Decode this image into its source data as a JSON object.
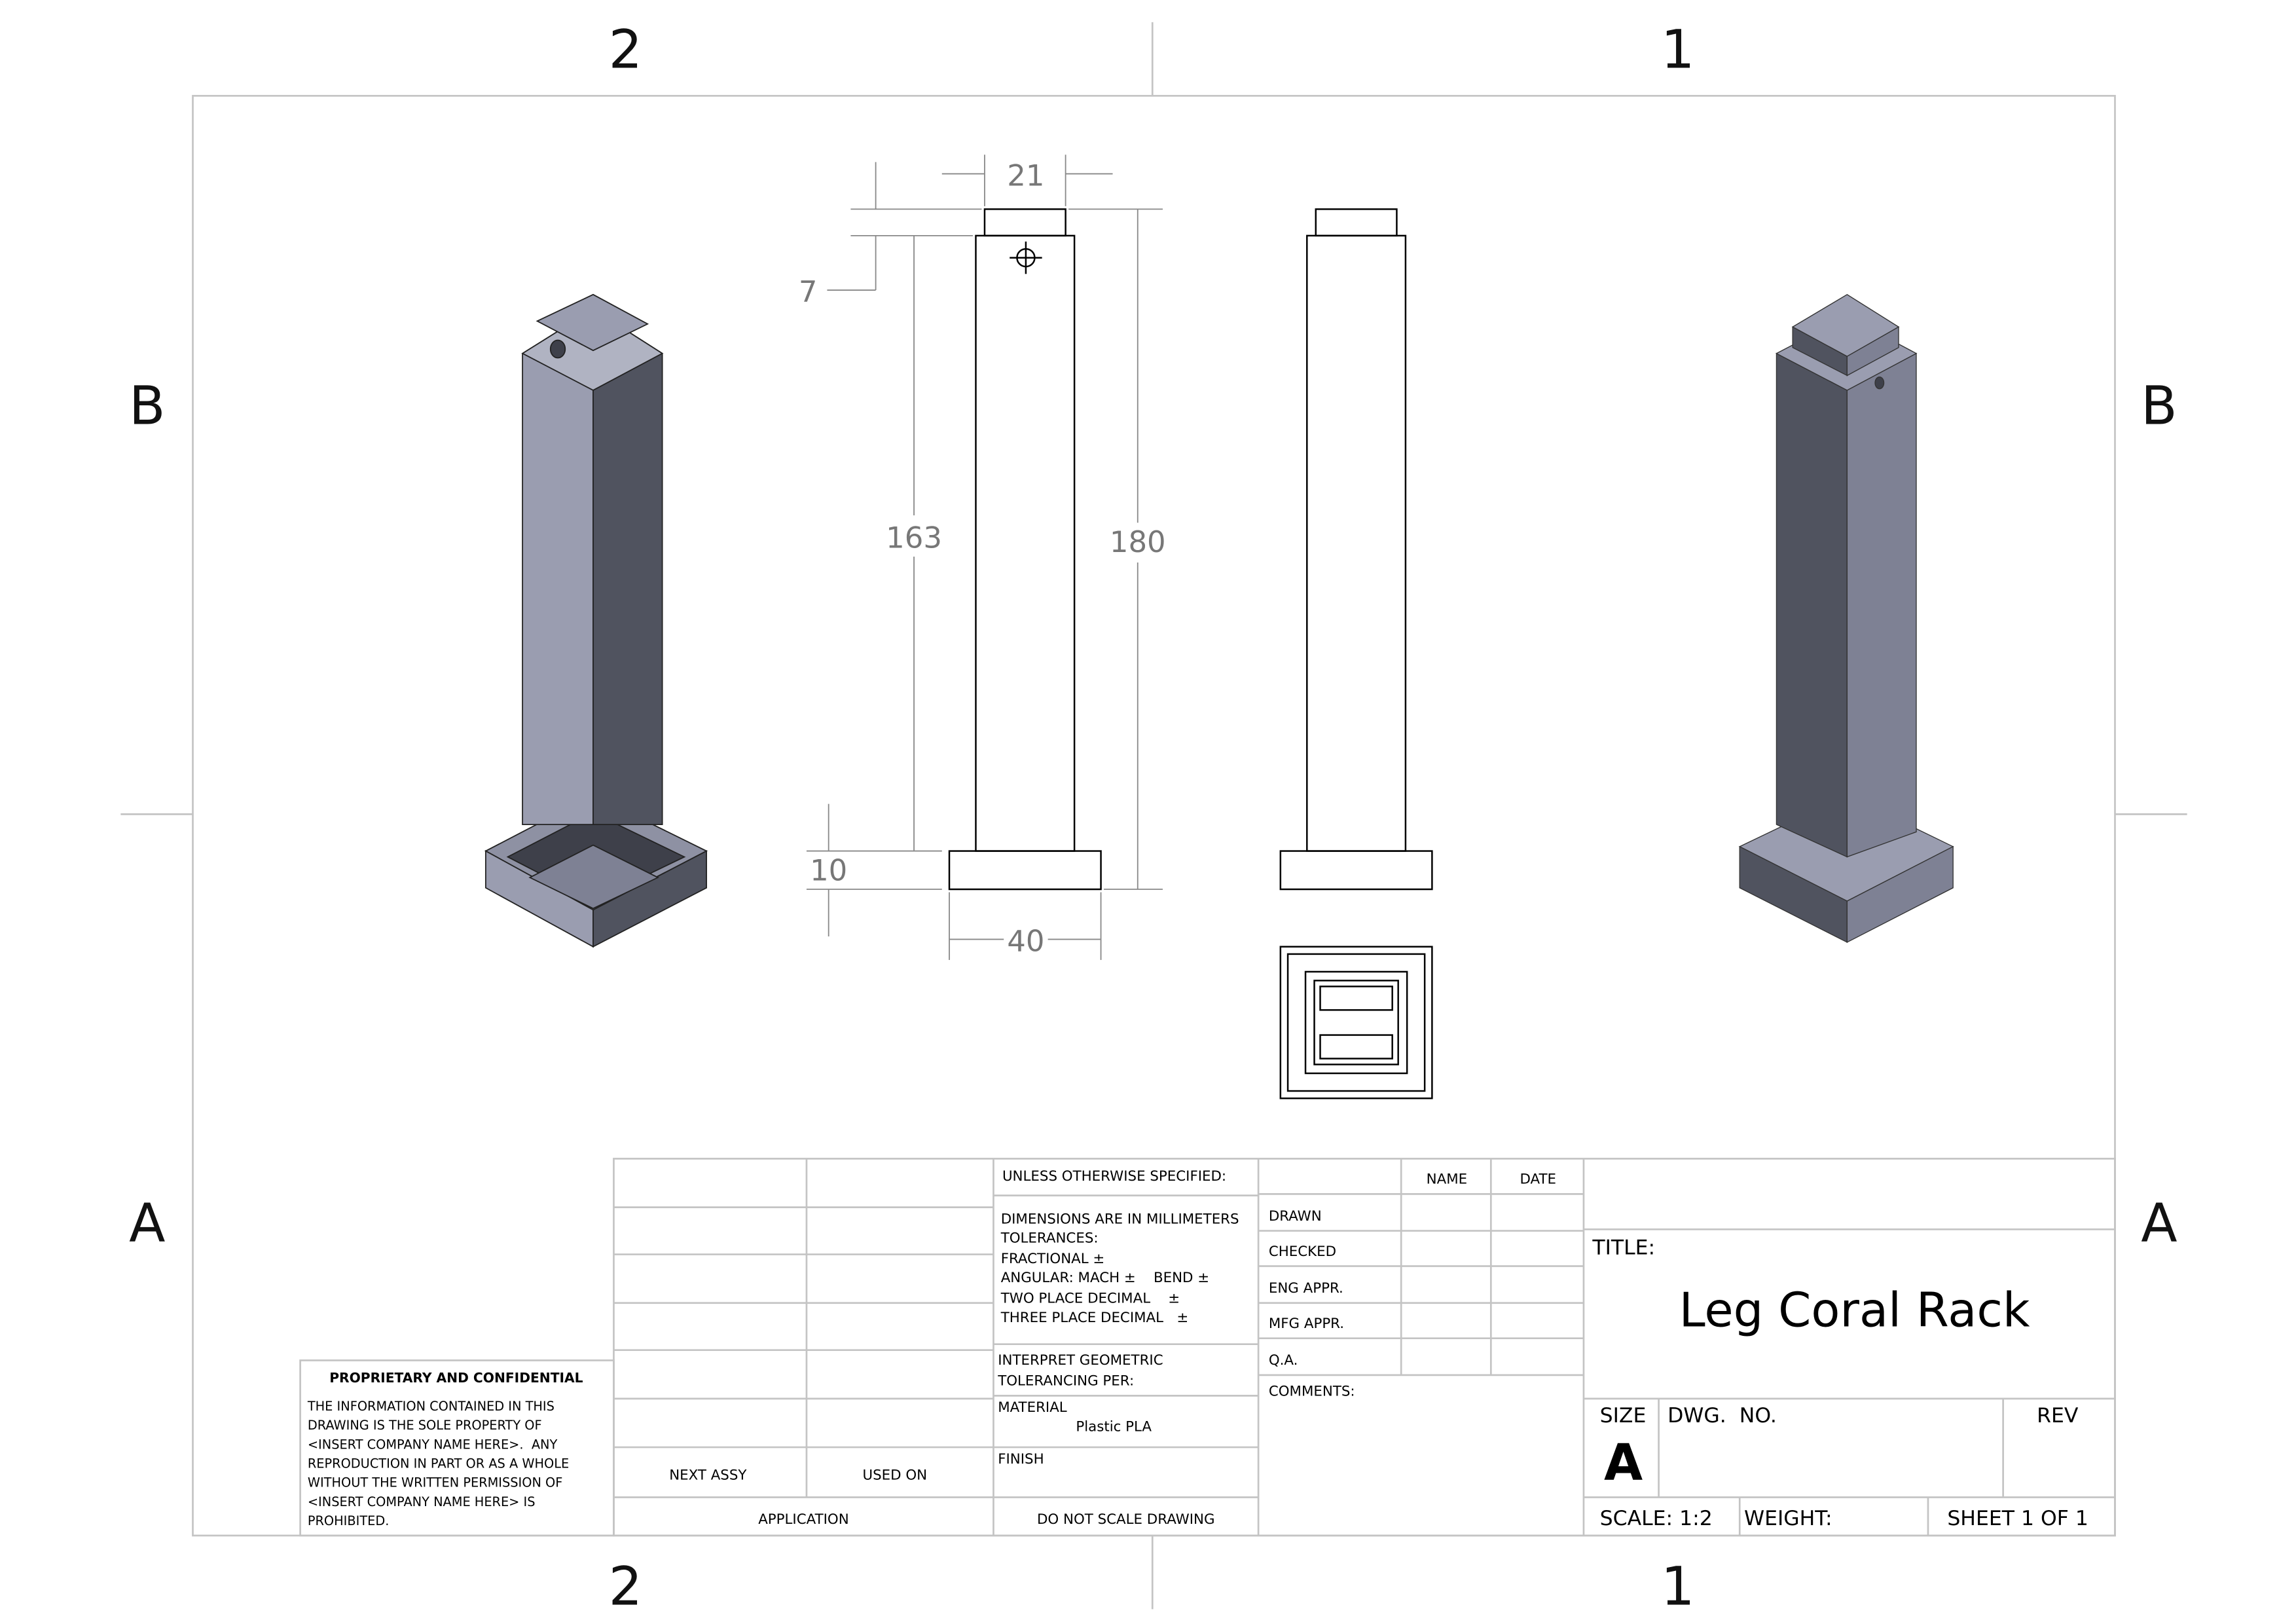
{
  "zones": {
    "top": [
      "2",
      "1"
    ],
    "bottom": [
      "2",
      "1"
    ],
    "left": [
      "B",
      "A"
    ],
    "right": [
      "B",
      "A"
    ]
  },
  "dimensions": {
    "top_width": "21",
    "cap_height": "7",
    "shaft_height": "163",
    "overall_height": "180",
    "base_height": "10",
    "base_width": "40"
  },
  "colors": {
    "face_light": "#9a9db0",
    "face_dark": "#50535f",
    "face_mid": "#7e8194",
    "border": "#c4c4c4"
  },
  "title_block": {
    "unless": "UNLESS OTHERWISE SPECIFIED:",
    "tolerances": [
      "DIMENSIONS ARE IN MILLIMETERS",
      "TOLERANCES:",
      "FRACTIONAL ±",
      "ANGULAR: MACH ±    BEND ±",
      "TWO PLACE DECIMAL    ±",
      "THREE PLACE DECIMAL   ±"
    ],
    "interpret": [
      "INTERPRET GEOMETRIC",
      "TOLERANCING PER:"
    ],
    "material_label": "MATERIAL",
    "material": "Plastic PLA",
    "finish_label": "FINISH",
    "next_assy": "NEXT ASSY",
    "used_on": "USED ON",
    "application": "APPLICATION",
    "do_not_scale": "DO NOT SCALE DRAWING",
    "name": "NAME",
    "date": "DATE",
    "roles": [
      "DRAWN",
      "CHECKED",
      "ENG APPR.",
      "MFG APPR.",
      "Q.A."
    ],
    "comments": "COMMENTS:",
    "title_label": "TITLE:",
    "title": "Leg Coral Rack",
    "size_label": "SIZE",
    "size": "A",
    "dwg_no": "DWG.  NO.",
    "rev": "REV",
    "scale": "SCALE: 1:2",
    "weight": "WEIGHT:",
    "sheet": "SHEET 1 OF 1"
  },
  "proprietary": {
    "heading": "PROPRIETARY AND CONFIDENTIAL",
    "lines": [
      "THE INFORMATION CONTAINED IN THIS",
      "DRAWING IS THE SOLE PROPERTY OF",
      "<INSERT COMPANY NAME HERE>.  ANY",
      "REPRODUCTION IN PART OR AS A WHOLE",
      "WITHOUT THE WRITTEN PERMISSION OF",
      "<INSERT COMPANY NAME HERE> IS",
      "PROHIBITED."
    ]
  }
}
